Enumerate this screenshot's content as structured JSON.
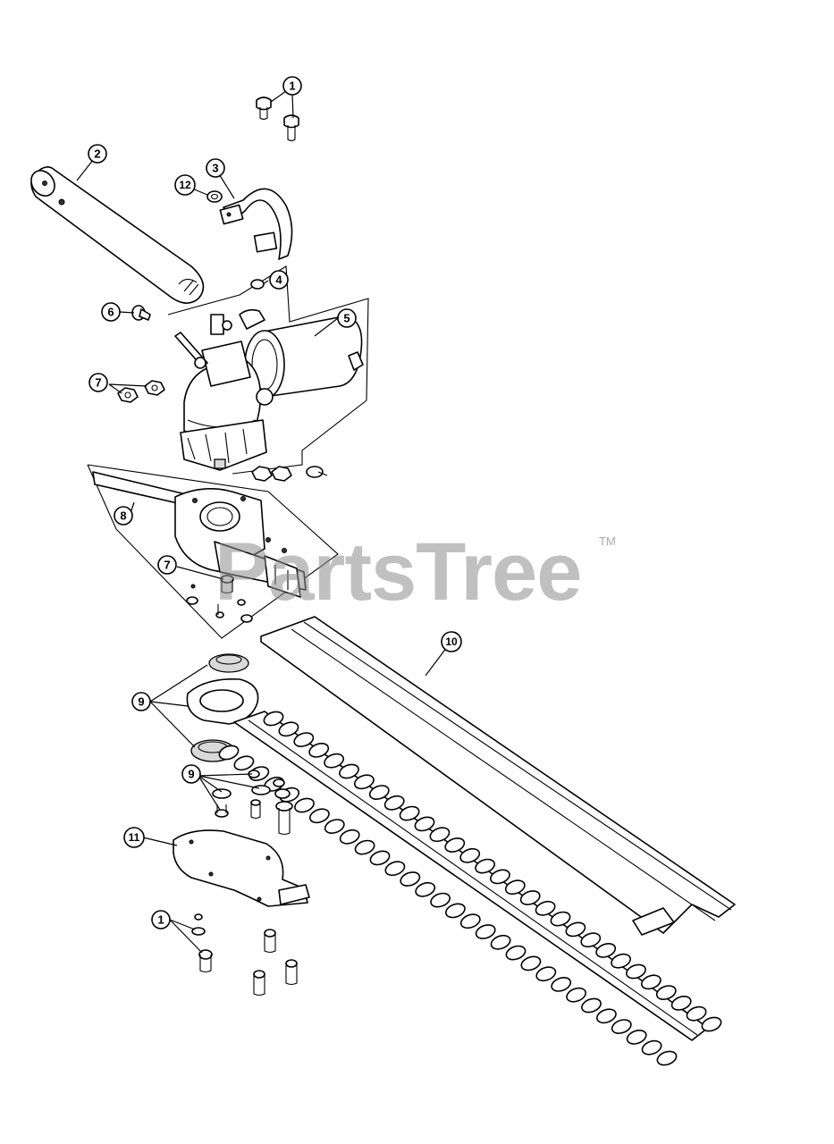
{
  "diagram": {
    "callouts": [
      "1",
      "2",
      "3",
      "12",
      "4",
      "6",
      "5",
      "7",
      "8",
      "7",
      "9",
      "10",
      "9",
      "11",
      "1"
    ],
    "watermark": "PartsTree",
    "watermark_mark": "TM"
  }
}
